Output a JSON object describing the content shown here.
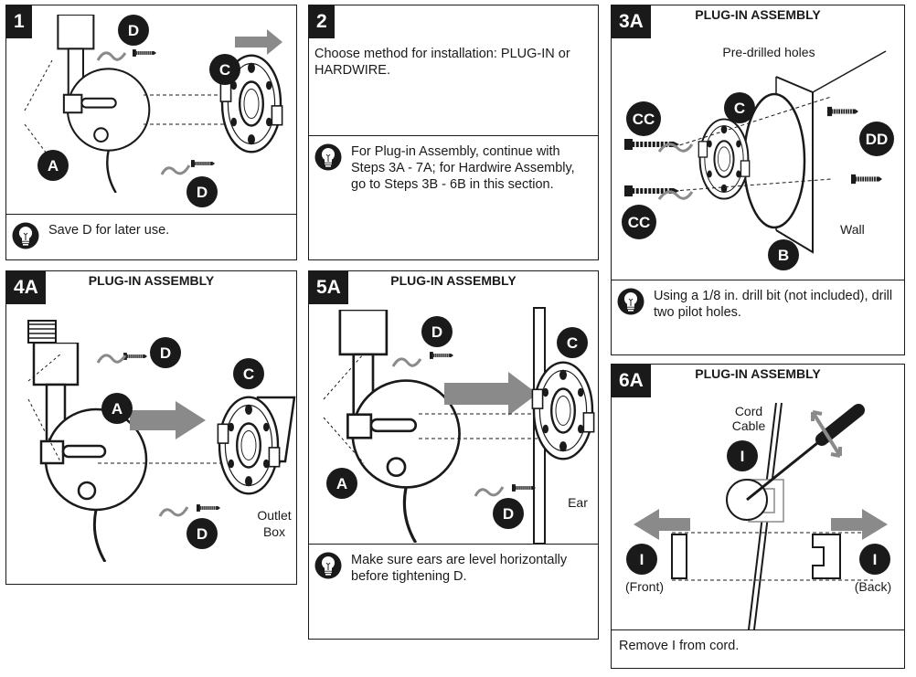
{
  "panels": {
    "p1": {
      "step": "1",
      "note": "Save D for later use.",
      "callouts": [
        "A",
        "C",
        "D",
        "D"
      ]
    },
    "p2": {
      "step": "2",
      "text": "Choose method for installation: PLUG-IN or HARDWIRE.",
      "note": "For Plug-in Assembly, continue with Steps 3A - 7A; for Hardwire Assembly, go to Steps 3B - 6B in this section."
    },
    "p3a": {
      "step": "3A",
      "title": "PLUG-IN ASSEMBLY",
      "label_holes": "Pre-drilled holes",
      "label_wall": "Wall",
      "callouts": [
        "C",
        "CC",
        "CC",
        "DD",
        "B"
      ],
      "note": "Using a 1/8 in. drill bit (not included), drill two pilot holes."
    },
    "p4a": {
      "step": "4A",
      "title": "PLUG-IN ASSEMBLY",
      "label_outlet_1": "Outlet",
      "label_outlet_2": "Box",
      "callouts": [
        "D",
        "A",
        "C",
        "D"
      ]
    },
    "p5a": {
      "step": "5A",
      "title": "PLUG-IN ASSEMBLY",
      "label_ear": "Ear",
      "callouts": [
        "D",
        "C",
        "A",
        "D"
      ],
      "note": "Make sure ears are level horizontally before tightening D."
    },
    "p6a": {
      "step": "6A",
      "title": "PLUG-IN ASSEMBLY",
      "label_cord_1": "Cord",
      "label_cord_2": "Cable",
      "label_front": "(Front)",
      "label_back": "(Back)",
      "callouts": [
        "I",
        "I",
        "I"
      ],
      "note": "Remove I from cord."
    }
  },
  "icons": {
    "tip": "lightbulb-icon",
    "arrow": "direction-arrow-icon"
  },
  "colors": {
    "ink": "#1a1a1a",
    "arrow": "#8a8a8a",
    "paper": "#ffffff"
  }
}
